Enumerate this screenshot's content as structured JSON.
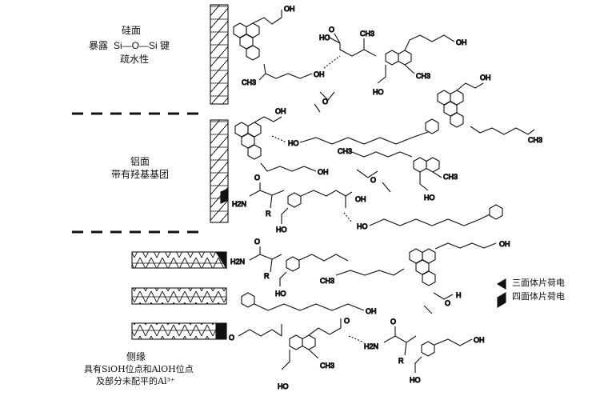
{
  "left_labels": {
    "silica_face": [
      "硅面",
      "暴露",
      "Si—O—Si 键",
      "疏水性"
    ],
    "alumina_face": [
      "铝面",
      "带有羟基基团"
    ],
    "edge": [
      "侧缘",
      "具有SiOH位点和AlOH位点",
      "及部分未配平的Al³⁺"
    ]
  },
  "legend": [
    {
      "marker": "triangle",
      "label": "三面体片荷电"
    },
    {
      "marker": "parallelogram",
      "label": "四面体片荷电"
    }
  ],
  "molecule_labels": {
    "oh": "OH",
    "ho": "HO",
    "ch3": "CH3",
    "h2n": "H2N",
    "r": "R",
    "o": "O",
    "h": "H"
  }
}
